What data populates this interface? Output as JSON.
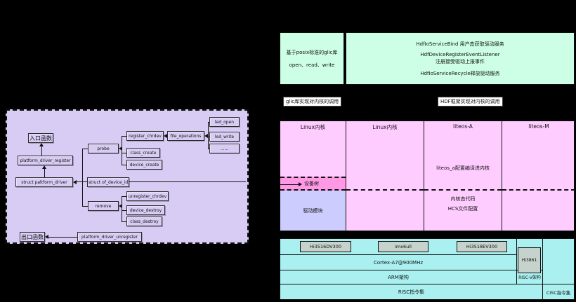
{
  "left_diagram": {
    "entry_function": "入口函数",
    "platform_driver_register": "platform_driver_register",
    "struct_platform_driver": "struct paltform_driver",
    "probe": "probe",
    "struct_of_device_id": "struct of_device_id",
    "remove": "remove",
    "register_chrdev": "register_chrdev",
    "class_create": "class_create",
    "device_create": "device_create",
    "file_operations": "file_operations",
    "led_open": "led_open",
    "led_write": "led_write",
    "ellipsis": "......",
    "unregister_chrdev": "unregister_chrdev",
    "device_destroy": "device_destroy",
    "class_destroy": "class_destroy",
    "exit_function": "出口函数",
    "platform_driver_unregister": "platform_driver_unregister"
  },
  "right_diagram": {
    "glibc_box": {
      "line1": "基于posix标准的glic库",
      "line2": "open、read、write"
    },
    "hdf_box": {
      "line1": "HdfIoServiceBind 用户态获取驱动服务",
      "line2": "HdfDeviceRegisterEventListener",
      "line3": "注册接受驱动上报事件",
      "line4": "HdfIoServiceRecycle释放驱动服务"
    },
    "glibc_note": "glic库实现对内核的调用",
    "hdf_note": "HDF框架实现对内核的调用",
    "kernels": {
      "col1_title": "Linux内核",
      "col1_device_tree": "设备树",
      "col1_driver_module": "驱动模块",
      "col2_title": "Linux内核",
      "col3_title": "liteos-A",
      "col3_mid": "liteos_a配置编译进内核",
      "col3_bottom1": "内核态代码",
      "col3_bottom2": "HCS文件配置",
      "col4_title": "liteos-M"
    },
    "hardware": {
      "chip1": "Hi3516DV300",
      "chip2": "imx6ull",
      "chip3": "Hi3518EV300",
      "chip4": "Hi3861",
      "cpu": "Cortex-A7@900MHz",
      "arch_arm": "ARM架构",
      "arch_riscv": "RISC-V架构",
      "isa_risc": "RISC指令集",
      "isa_cisc": "CISC指令集"
    }
  },
  "colors": {
    "background": "#000000",
    "left_diagram_fill": "#D8CCF4",
    "green_fill": "#CCFFE5",
    "pink_fill": "#FFCCFF",
    "pink_band_fill": "#FF99E6",
    "lavender_fill": "#CCCCFF",
    "cyan_fill": "#AAF0F0",
    "chip_fill": "#C6D2CC",
    "note_fill": "#FFFFFF"
  }
}
